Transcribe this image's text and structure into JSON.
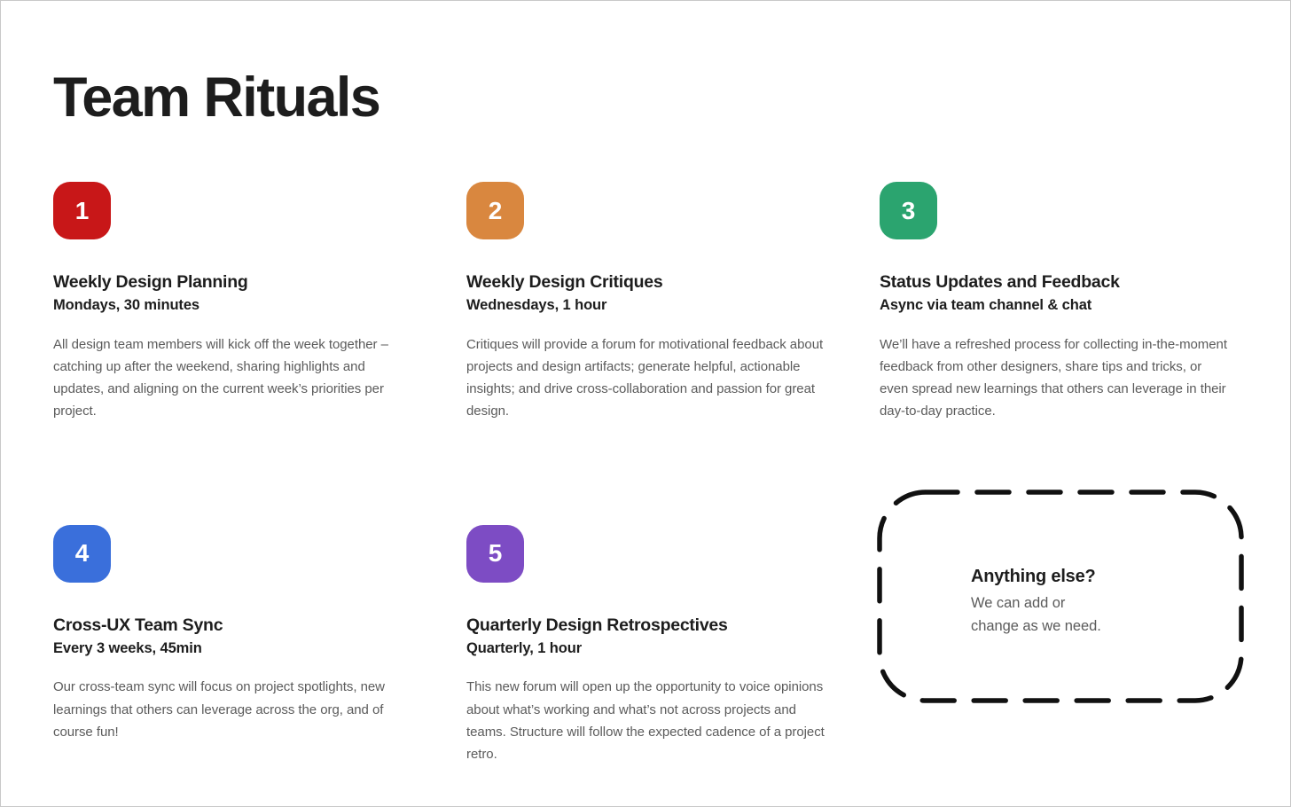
{
  "slide": {
    "title": "Team Rituals",
    "background_color": "#ffffff",
    "text_color": "#1d1d1d",
    "body_text_color": "#5b5b5b"
  },
  "rituals": [
    {
      "number": "1",
      "color": "#C81718",
      "heading": "Weekly Design Planning",
      "subheading": "Mondays, 30 minutes",
      "body": "All design team members will kick off the week together – catching up after the weekend, sharing highlights and updates, and aligning on the current week’s priorities per project."
    },
    {
      "number": "2",
      "color": "#D9873F",
      "heading": "Weekly Design Critiques",
      "subheading": "Wednesdays, 1 hour",
      "body": "Critiques will provide a forum for motivational feedback about projects and design artifacts; generate helpful, actionable insights; and drive cross-collaboration and passion for great design."
    },
    {
      "number": "3",
      "color": "#2BA46F",
      "heading": "Status Updates and Feedback",
      "subheading": "Async via team channel & chat",
      "body": "We’ll have a refreshed process for collecting in-the-moment feedback from other designers, share tips and tricks, or even spread new learnings that others can leverage in their day-to-day practice."
    },
    {
      "number": "4",
      "color": "#3A6FDB",
      "heading": "Cross-UX Team Sync",
      "subheading": "Every 3 weeks, 45min",
      "body": "Our cross-team sync will focus on project spotlights, new learnings that others can leverage across the org, and of course fun!"
    },
    {
      "number": "5",
      "color": "#7D4CC4",
      "heading": "Quarterly Design Retrospectives",
      "subheading": "Quarterly, 1 hour",
      "body": "This new forum will open up the opportunity to voice opinions about what’s working and what’s not across projects and teams. Structure will follow the expected cadence of a project retro."
    }
  ],
  "placeholder": {
    "title": "Anything else?",
    "body": "We can add or\nchange as we need.",
    "border_color": "#111111",
    "border_style": "dashed"
  }
}
